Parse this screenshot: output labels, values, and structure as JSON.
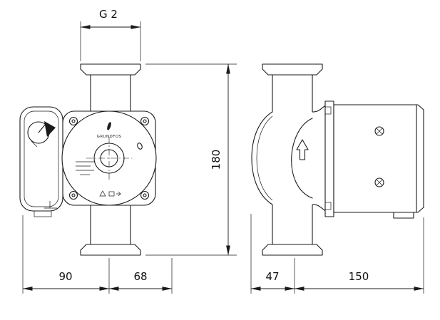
{
  "drawing": {
    "kind": "pump dimensional drawing",
    "brand": "GRUNDFOS",
    "line_color": "#1a1a1a",
    "background": "#ffffff",
    "dims": {
      "thread": "G 2",
      "height": "180",
      "d90": "90",
      "d68": "68",
      "d47": "47",
      "d150": "150"
    }
  }
}
